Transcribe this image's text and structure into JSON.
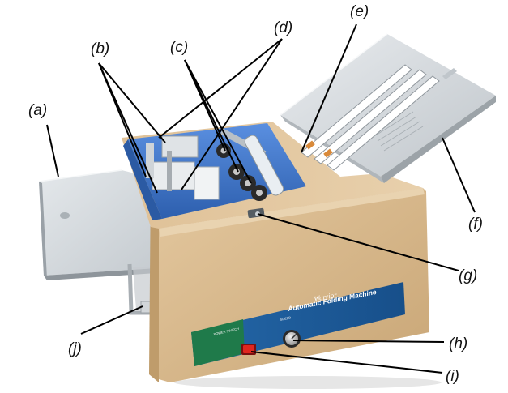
{
  "figure": {
    "labels": {
      "a": "(a)",
      "b": "(b)",
      "c": "(c)",
      "d": "(d)",
      "e": "(e)",
      "f": "(f)",
      "g": "(g)",
      "h": "(h)",
      "i": "(i)",
      "j": "(j)"
    },
    "panel": {
      "brand": "Warrior",
      "model": "Automatic Folding Machine",
      "switch_text": "POWER SWITCH",
      "knob_text": "SPEED"
    },
    "colors": {
      "body": "#d9b98d",
      "panel": "#1c5fa0",
      "interior": "#3e76c9",
      "tray": "#d7dce0",
      "switch": "#d21b1b"
    }
  }
}
